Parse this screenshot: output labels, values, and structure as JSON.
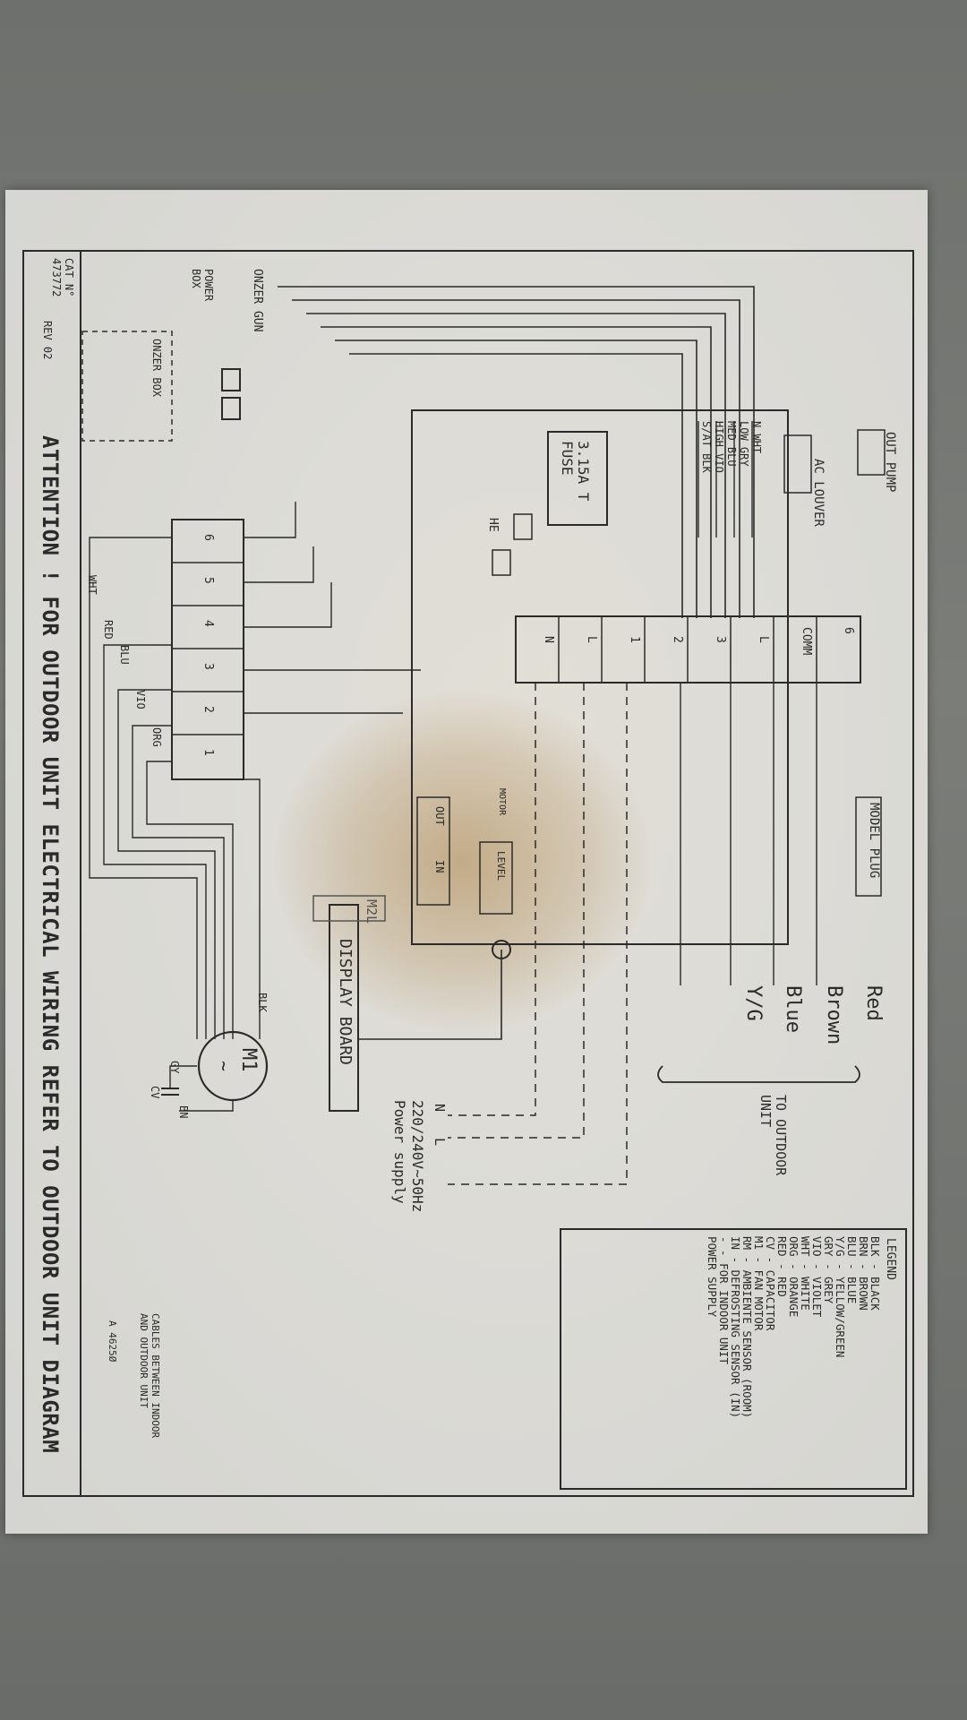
{
  "texts": {
    "out_pump": "OUT PUMP",
    "ac_louver": "AC LOUVER",
    "onzer_gun": "ONZER GUN",
    "power_box": "POWER BOX",
    "onzer_box": "ONZER BOX",
    "fuse": "3.15A T FUSE",
    "he": "HE",
    "model_plug": "MODEL PLUG",
    "comm": "COMM",
    "display_board": "DISPLAY BOARD",
    "m2l": "M2L",
    "out": "OUT",
    "in": "IN",
    "level": "LEVEL",
    "motor": "MOTOR",
    "m1": "M1",
    "m1_tilde": "~",
    "cv": "CV",
    "gy": "GY",
    "bn": "BN",
    "blk_motor": "BLK",
    "wire_red": "Red",
    "wire_brown": "Brown",
    "wire_blue": "Blue",
    "wire_yg": "Y/G",
    "to_outdoor_unit": "TO OUTDOOR UNIT",
    "power_supply_terminals": "N L",
    "power_supply_voltage": "220/240V~50Hz",
    "power_supply": "Power supply",
    "cat_no": "CAT N° 473772",
    "rev": "REV 02",
    "attention": "ATTENTION ! FOR OUTDOOR UNIT ELECTRICAL WIRING REFER TO OUTDOOR UNIT DIAGRAM",
    "legend_title": "LEGEND",
    "a_code": "A 4625Ø",
    "cables_note": "CABLES BETWEEN INDOOR AND OUTDOOR UNIT"
  },
  "speed_wires": [
    {
      "speed": "N",
      "color": "WHT"
    },
    {
      "speed": "LOW",
      "color": "GRY"
    },
    {
      "speed": "MED",
      "color": "BLU"
    },
    {
      "speed": "HIGH",
      "color": "VIO"
    },
    {
      "speed": "S/AT",
      "color": "BLK"
    }
  ],
  "relay_wires": [
    "WHT",
    "RED",
    "BLU",
    "VIO",
    "ORG"
  ],
  "relay_labels": [
    "6",
    "5",
    "4",
    "3",
    "2",
    "1"
  ],
  "terminal_labels": [
    "6",
    "COMM",
    "L",
    "3",
    "2",
    "1",
    "L",
    "N"
  ],
  "legend": [
    "BLK - BLACK",
    "BRN - BROWN",
    "BLU - BLUE",
    "Y/G - YELLOW/GREEN",
    "GRY - GREY",
    "VIO - VIOLET",
    "WHT - WHITE",
    "ORG - ORANGE",
    "RED - RED",
    "CV  - CAPACITOR",
    "M1  - FAN MOTOR",
    "RM  - AMBIENTE SENSOR (ROOM)",
    "IN  - DEFROSTING SENSOR (IN)",
    "- -  FOR INDOOR UNIT",
    "     POWER SUPPLY"
  ],
  "colors": {
    "paper": "#dcdad4",
    "ink": "#2a2a2a",
    "stain": "#a88246",
    "background": "#707270"
  }
}
